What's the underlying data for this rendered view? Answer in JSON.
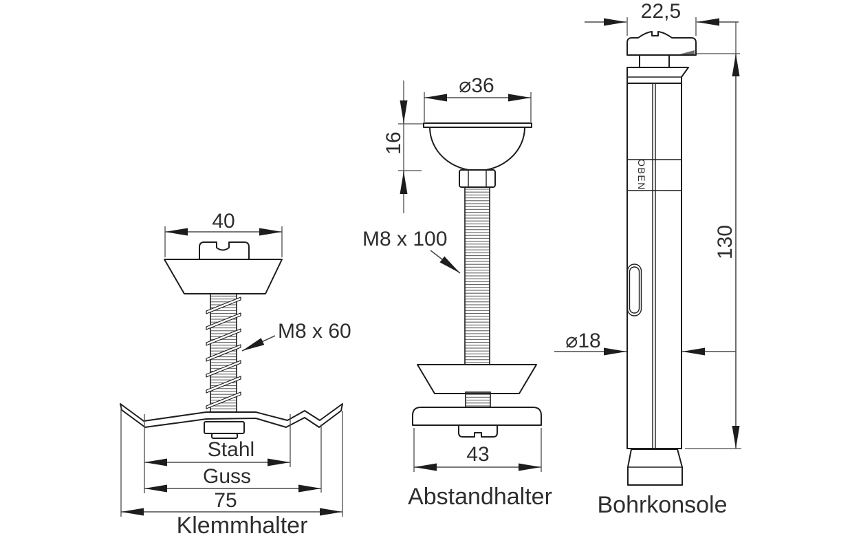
{
  "drawing": {
    "background": "#ffffff",
    "outline_color": "#1d1d1b",
    "dimension_color": "#4a4a4a",
    "text_color": "#2e2e2e",
    "klemmhalter": {
      "label": "Klemmhalter",
      "dim_head_width": "40",
      "thread_label": "M8 x 60",
      "dim_steel": "Stahl",
      "dim_cast": "Guss",
      "dim_total_width": "75"
    },
    "abstandhalter": {
      "label": "Abstandhalter",
      "dim_cap_diameter": "⌀36",
      "dim_cap_height": "16",
      "thread_label": "M8 x 100",
      "dim_base_width": "43"
    },
    "bohrkonsole": {
      "label": "Bohrkonsole",
      "dim_head_width": "22,5",
      "dim_length": "130",
      "dim_diameter": "⌀18",
      "marking_top": "OBEN"
    }
  }
}
